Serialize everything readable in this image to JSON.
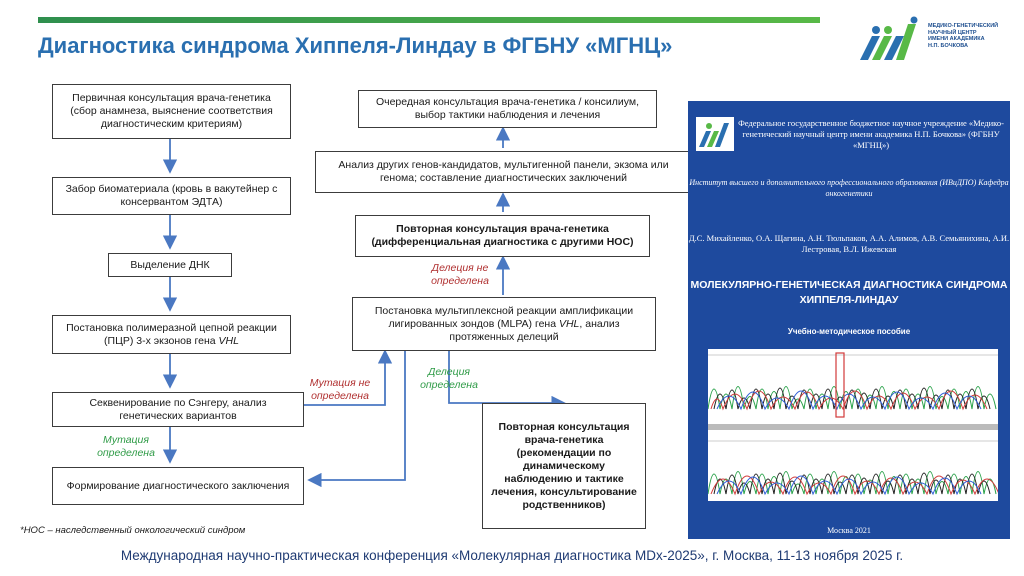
{
  "header": {
    "title": "Диагностика синдрома Хиппеля-Линдау в ФГБНУ «МГНЦ»",
    "logo_text": [
      "МЕДИКО-ГЕНЕТИЧЕСКИЙ",
      "НАУЧНЫЙ ЦЕНТР",
      "ИМЕНИ АКАДЕМИКА",
      "Н.П. БОЧКОВА"
    ],
    "accent_color": "#2a6fb0",
    "bar_color": "#58b947"
  },
  "flow": {
    "box1": "Первичная консультация врача-генетика (сбор анамнеза, выяснение соответствия диагностическим критериям)",
    "box2": "Забор биоматериала (кровь в вакутейнер с консервантом ЭДТА)",
    "box3": "Выделение ДНК",
    "box4_pre": "Постановка полимеразной цепной реакции (ПЦР) 3-х экзонов гена ",
    "box4_gene": "VHL",
    "box5": "Секвенирование по Сэнгеру, анализ генетических вариантов",
    "box6": "Формирование диагностического заключения",
    "box7_pre": "Постановка мультиплексной реакции амплификации лигированных зондов (MLPA) гена ",
    "box7_gene": "VHL",
    "box7_post": ", анализ протяженных делеций",
    "box8": "Повторная консультация врача-генетика (дифференциальная диагностика с другими НОС)",
    "box9": "Анализ других генов-кандидатов, мультигенной панели, экзома или генома; составление диагностических заключений",
    "box10": "Очередная консультация врача-генетика / консилиум, выбор тактики наблюдения и лечения",
    "box11": "Повторная консультация врача-генетика (рекомендации по динамическому наблюдению и тактике лечения, консультирование родственников)",
    "label_mut_not": "Мутация не определена",
    "label_mut_found": "Мутация определена",
    "label_del_not": "Делеция не определена",
    "label_del_found": "Делеция определена"
  },
  "footnote": "*НОС – наследственный онкологический синдром",
  "footer": "Международная научно-практическая конференция «Молекулярная диагностика MDx-2025», г. Москва, 11-13 ноября 2025 г.",
  "book": {
    "org": "Федеральное государственное бюджетное научное учреждение «Медико-генетический научный центр имени академика Н.П. Бочкова» (ФГБНУ «МГНЦ»)",
    "institute": "Институт высшего и дополнительного профессионального образования (ИВиДПО) Кафедра онкогенетики",
    "authors": "Д.С. Михайленко, О.А. Щагина, А.Н. Тюльпаков, А.А. Алимов, А.В. Семьянихина, А.И. Лестровая, В.Л. Ижевская",
    "title": "МОЛЕКУЛЯРНО-ГЕНЕТИЧЕСКАЯ ДИАГНОСТИКА СИНДРОМА ХИППЕЛЯ-ЛИНДАУ",
    "subtitle": "Учебно-методическое пособие",
    "year": "Москва 2021",
    "cover_color": "#1e4a9e"
  }
}
